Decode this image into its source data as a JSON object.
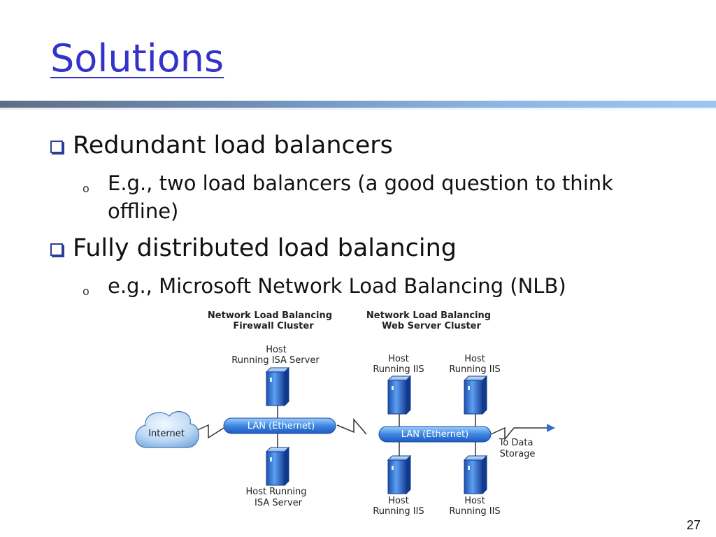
{
  "slide": {
    "title": "Solutions",
    "page_number": "27"
  },
  "bullets": [
    {
      "text": "Redundant load balancers",
      "sub": "E.g., two load balancers (a good question to think offline)"
    },
    {
      "text": "Fully distributed load balancing",
      "sub": "e.g., Microsoft Network Load Balancing (NLB)"
    }
  ],
  "diagram": {
    "cluster1_line1": "Network Load Balancing",
    "cluster1_line2": "Firewall Cluster",
    "cluster2_line1": "Network Load Balancing",
    "cluster2_line2": "Web Server Cluster",
    "isa_top_line1": "Host",
    "isa_top_line2": "Running ISA Server",
    "isa_bottom_line1": "Host Running",
    "isa_bottom_line2": "ISA Server",
    "iis_tl_line1": "Host",
    "iis_tl_line2": "Running IIS",
    "iis_tr_line1": "Host",
    "iis_tr_line2": "Running IIS",
    "iis_bl_line1": "Host",
    "iis_bl_line2": "Running IIS",
    "iis_br_line1": "Host",
    "iis_br_line2": "Running IIS",
    "internet": "Internet",
    "lan1": "LAN (Ethernet)",
    "lan2": "LAN (Ethernet)",
    "storage_line1": "To Data",
    "storage_line2": "Storage"
  }
}
